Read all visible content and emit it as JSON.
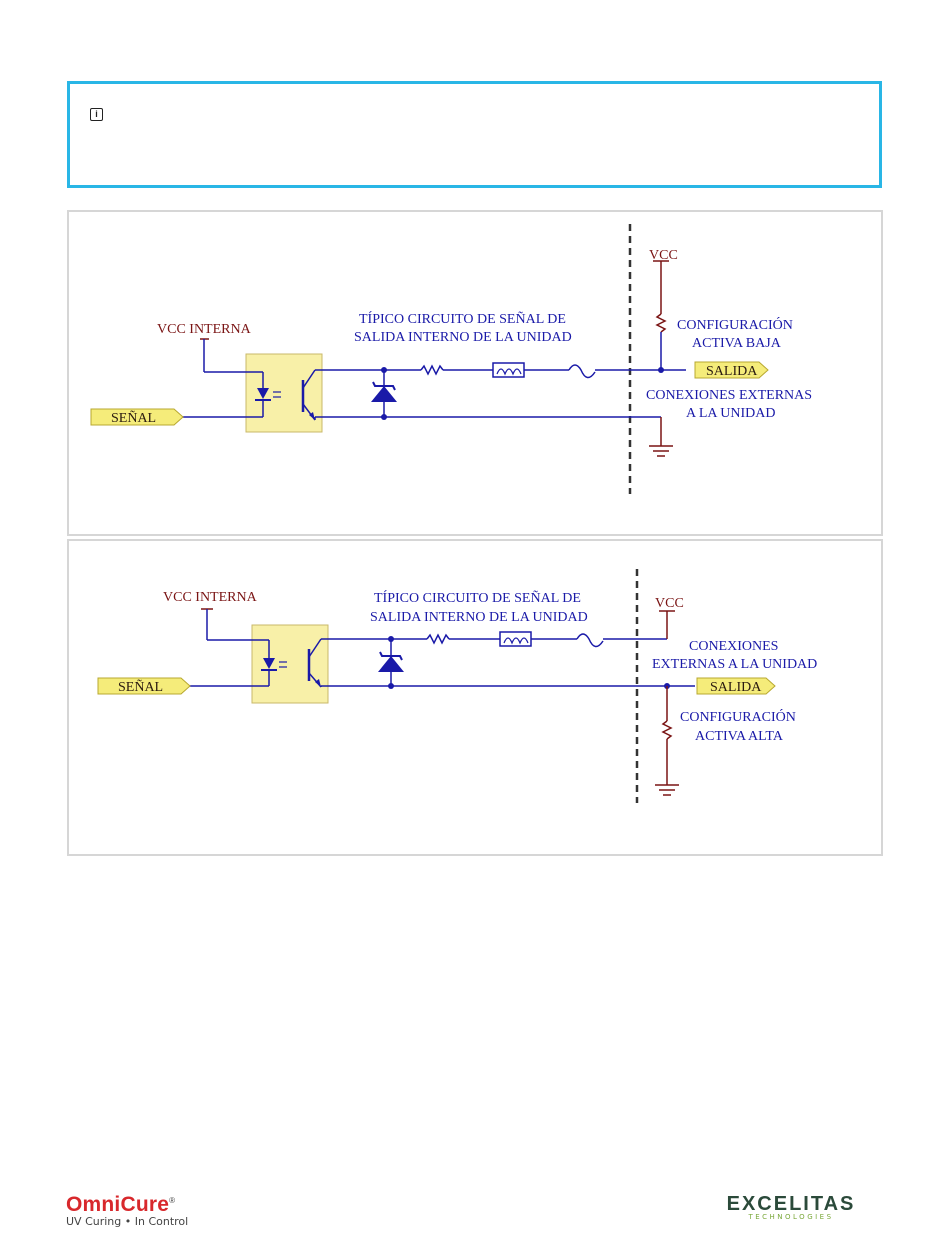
{
  "note": {
    "icon": "info-icon"
  },
  "diagram1": {
    "vcc_internal": "VCC INTERNA",
    "signal": "SEÑAL",
    "internal_title_line1": "TÍPICO CIRCUITO DE SEÑAL DE",
    "internal_title_line2": "SALIDA INTERNO DE LA UNIDAD",
    "vcc": "VCC",
    "config_line1": "CONFIGURACIÓN",
    "config_line2": "ACTIVA BAJA",
    "output": "SALIDA",
    "external_line1": "CONEXIONES EXTERNAS",
    "external_line2": "A LA UNIDAD"
  },
  "diagram2": {
    "vcc_internal": "VCC INTERNA",
    "signal": "SEÑAL",
    "internal_title_line1": "TÍPICO CIRCUITO DE SEÑAL DE",
    "internal_title_line2": "SALIDA INTERNO DE LA UNIDAD",
    "vcc": "VCC",
    "external_line1": "CONEXIONES",
    "external_line2": "EXTERNAS A LA UNIDAD",
    "output": "SALIDA",
    "config_line1": "CONFIGURACIÓN",
    "config_line2": "ACTIVA ALTA"
  },
  "footer": {
    "omnicure_brand": "OmniCure",
    "omnicure_reg": "®",
    "omnicure_tagline": "UV Curing • In Control",
    "excelitas_brand": "EXCELITAS",
    "excelitas_sub": "TECHNOLOGIES"
  },
  "colors": {
    "note_border": "#29b6e6",
    "wire": "#1a1aa8",
    "optocoupler_fill": "#f8f0a8",
    "label_fill": "#f5ec7a",
    "brand_red": "#d8282c"
  }
}
